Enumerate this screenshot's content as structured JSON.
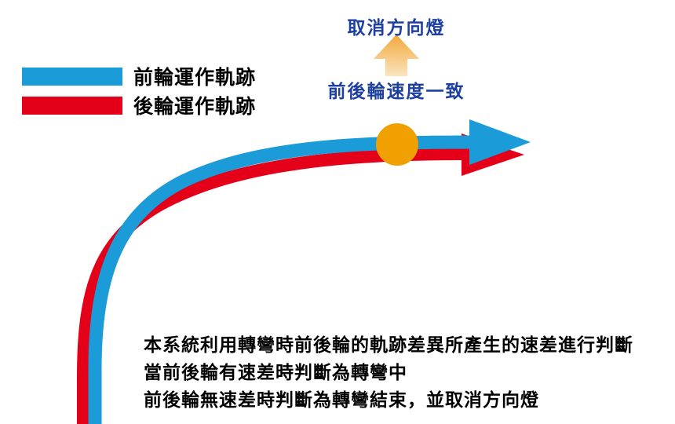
{
  "colors": {
    "front_trajectory": "#1b9bd8",
    "rear_trajectory": "#e50019",
    "marker": "#f0a000",
    "arrow_gradient_top": "#f2a93b",
    "arrow_gradient_bottom": "#fae4be",
    "annotation_text": "#1c3fa0",
    "body_text": "#000000"
  },
  "legend": {
    "front_label": "前輪運作軌跡",
    "rear_label": "後輪運作軌跡"
  },
  "annotations": {
    "cancel_signal_label": "取消方向燈",
    "speed_match_label": "前後輪速度一致"
  },
  "description": {
    "line1": "本系統利用轉彎時前後輪的軌跡差異所產生的速差進行判斷",
    "line2": "當前後輪有速差時判斷為轉彎中",
    "line3": "前後輪無速差時判斷為轉彎結束，並取消方向燈"
  }
}
